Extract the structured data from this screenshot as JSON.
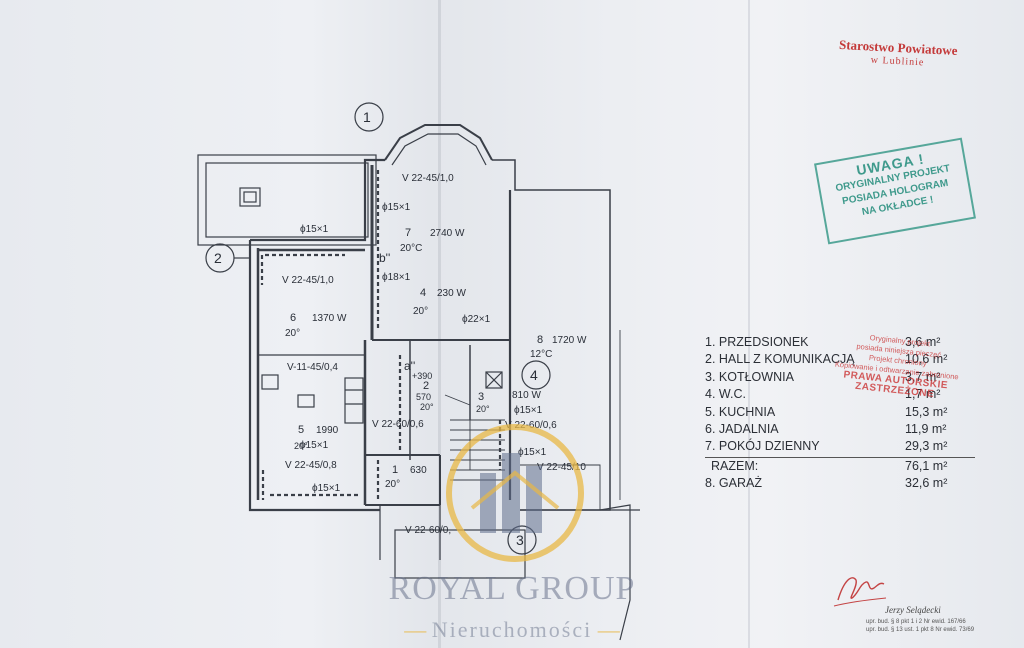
{
  "stamp_office": {
    "line1": "Starostwo Powiatowe",
    "line2": "w Lublinie"
  },
  "stamp_notice": {
    "title": "UWAGA !",
    "line1": "ORYGINALNY PROJEKT",
    "line2": "POSIADA HOLOGRAM",
    "line3": "NA OKŁADCE !"
  },
  "plan": {
    "circles": [
      "1",
      "2",
      "3",
      "4"
    ],
    "rooms": [
      {
        "no": "7",
        "temp": "20°C",
        "power": "2740 W"
      },
      {
        "no": "6",
        "temp": "20°",
        "power": "1370 W"
      },
      {
        "no": "4",
        "temp": "20°",
        "power": "230 W"
      },
      {
        "no": "8",
        "temp": "12°C",
        "power": "1720 W"
      },
      {
        "no": "2",
        "temp": "20°",
        "power": "570"
      },
      {
        "no": "3",
        "temp": "20°",
        "power": "810 W"
      },
      {
        "no": "5",
        "temp": "20°",
        "power": "1990"
      },
      {
        "no": "1",
        "temp": "20°",
        "power": "630"
      }
    ],
    "radiators": [
      "V 22-45/1,0",
      "V 22-45/1,0",
      "V-11-45/0,4",
      "V 22-60/0,6",
      "V 22-60/0,6",
      "V 22-45/0,8",
      "V 22-45/10",
      "V 22-60/0,"
    ],
    "pipes": [
      "ϕ15×1",
      "ϕ15×1",
      "ϕ18×1",
      "ϕ22×1",
      "ϕ15×1",
      "ϕ15×1",
      "ϕ15×1",
      "ϕ15×1"
    ],
    "markers": [
      "b''",
      "a''",
      "+390"
    ]
  },
  "legend": {
    "rows": [
      {
        "label": "1. PRZEDSIONEK",
        "area": "3,6 m²"
      },
      {
        "label": "2. HALL Z KOMUNIKACJĄ",
        "area": "10,6 m²"
      },
      {
        "label": "3. KOTŁOWNIA",
        "area": "3,7 m²"
      },
      {
        "label": "4. W.C.",
        "area": "1,7 m²"
      },
      {
        "label": "5. KUCHNIA",
        "area": "15,3 m²"
      },
      {
        "label": "6. JADALNIA",
        "area": "11,9 m²"
      },
      {
        "label": "7. POKÓJ DZIENNY",
        "area": "29,3 m²"
      }
    ],
    "total_label": "RAZEM:",
    "total_area": "76,1 m²",
    "garage_label": "8. GARAŻ",
    "garage_area": "32,6 m²"
  },
  "red_stamp": {
    "line1": "Oryginalny projekt",
    "line2": "posiada niniejsza pieczęć",
    "line3": "Projekt chroniony",
    "line4": "Kopiowanie i odtwarzanie zabronione",
    "line5": "PRAWA AUTORSKIE ZASTRZEŻONE"
  },
  "signature": {
    "name": "Jerzy Selądecki",
    "line1": "upr. bud. § 8 pkt 1 i 2 Nr ewid. 167/66",
    "line2": "upr. bud. § 13 ust. 1 pkt 8 Nr ewid. 73/69"
  },
  "watermark": {
    "brand": "ROYAL GROUP",
    "sub": "Nieruchomości"
  },
  "colors": {
    "stamp_red": "#c43a3a",
    "stamp_green": "#3f9a8c",
    "watermark_gold": "#e8b846",
    "watermark_gray": "#6b7390"
  }
}
